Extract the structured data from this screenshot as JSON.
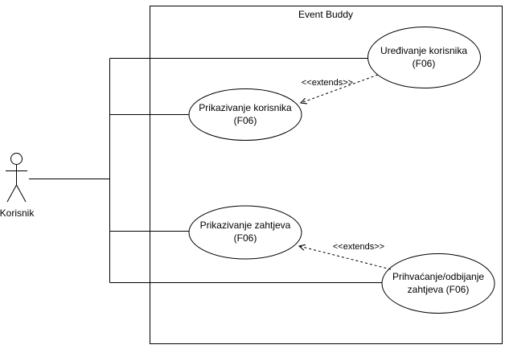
{
  "system": {
    "title": "Event Buddy"
  },
  "actor": {
    "name": "Korisnik"
  },
  "use_cases": {
    "uredjivanje": {
      "line1": "Uređivanje korisnika",
      "line2": "(F06)"
    },
    "prikaz_korisnika": {
      "line1": "Prikazivanje korisnika",
      "line2": "(F06)"
    },
    "prikaz_zahtjeva": {
      "line1": "Prikazivanje zahtjeva",
      "line2": "(F06)"
    },
    "prihvacanje": {
      "line1": "Prihvaćanje/odbijanje",
      "line2": "zahtjeva (F06)"
    }
  },
  "relations": {
    "extends_top": "<<extends>>",
    "extends_bottom": "<<extends>>"
  },
  "colors": {
    "stroke": "#000000",
    "fill": "#ffffff"
  }
}
